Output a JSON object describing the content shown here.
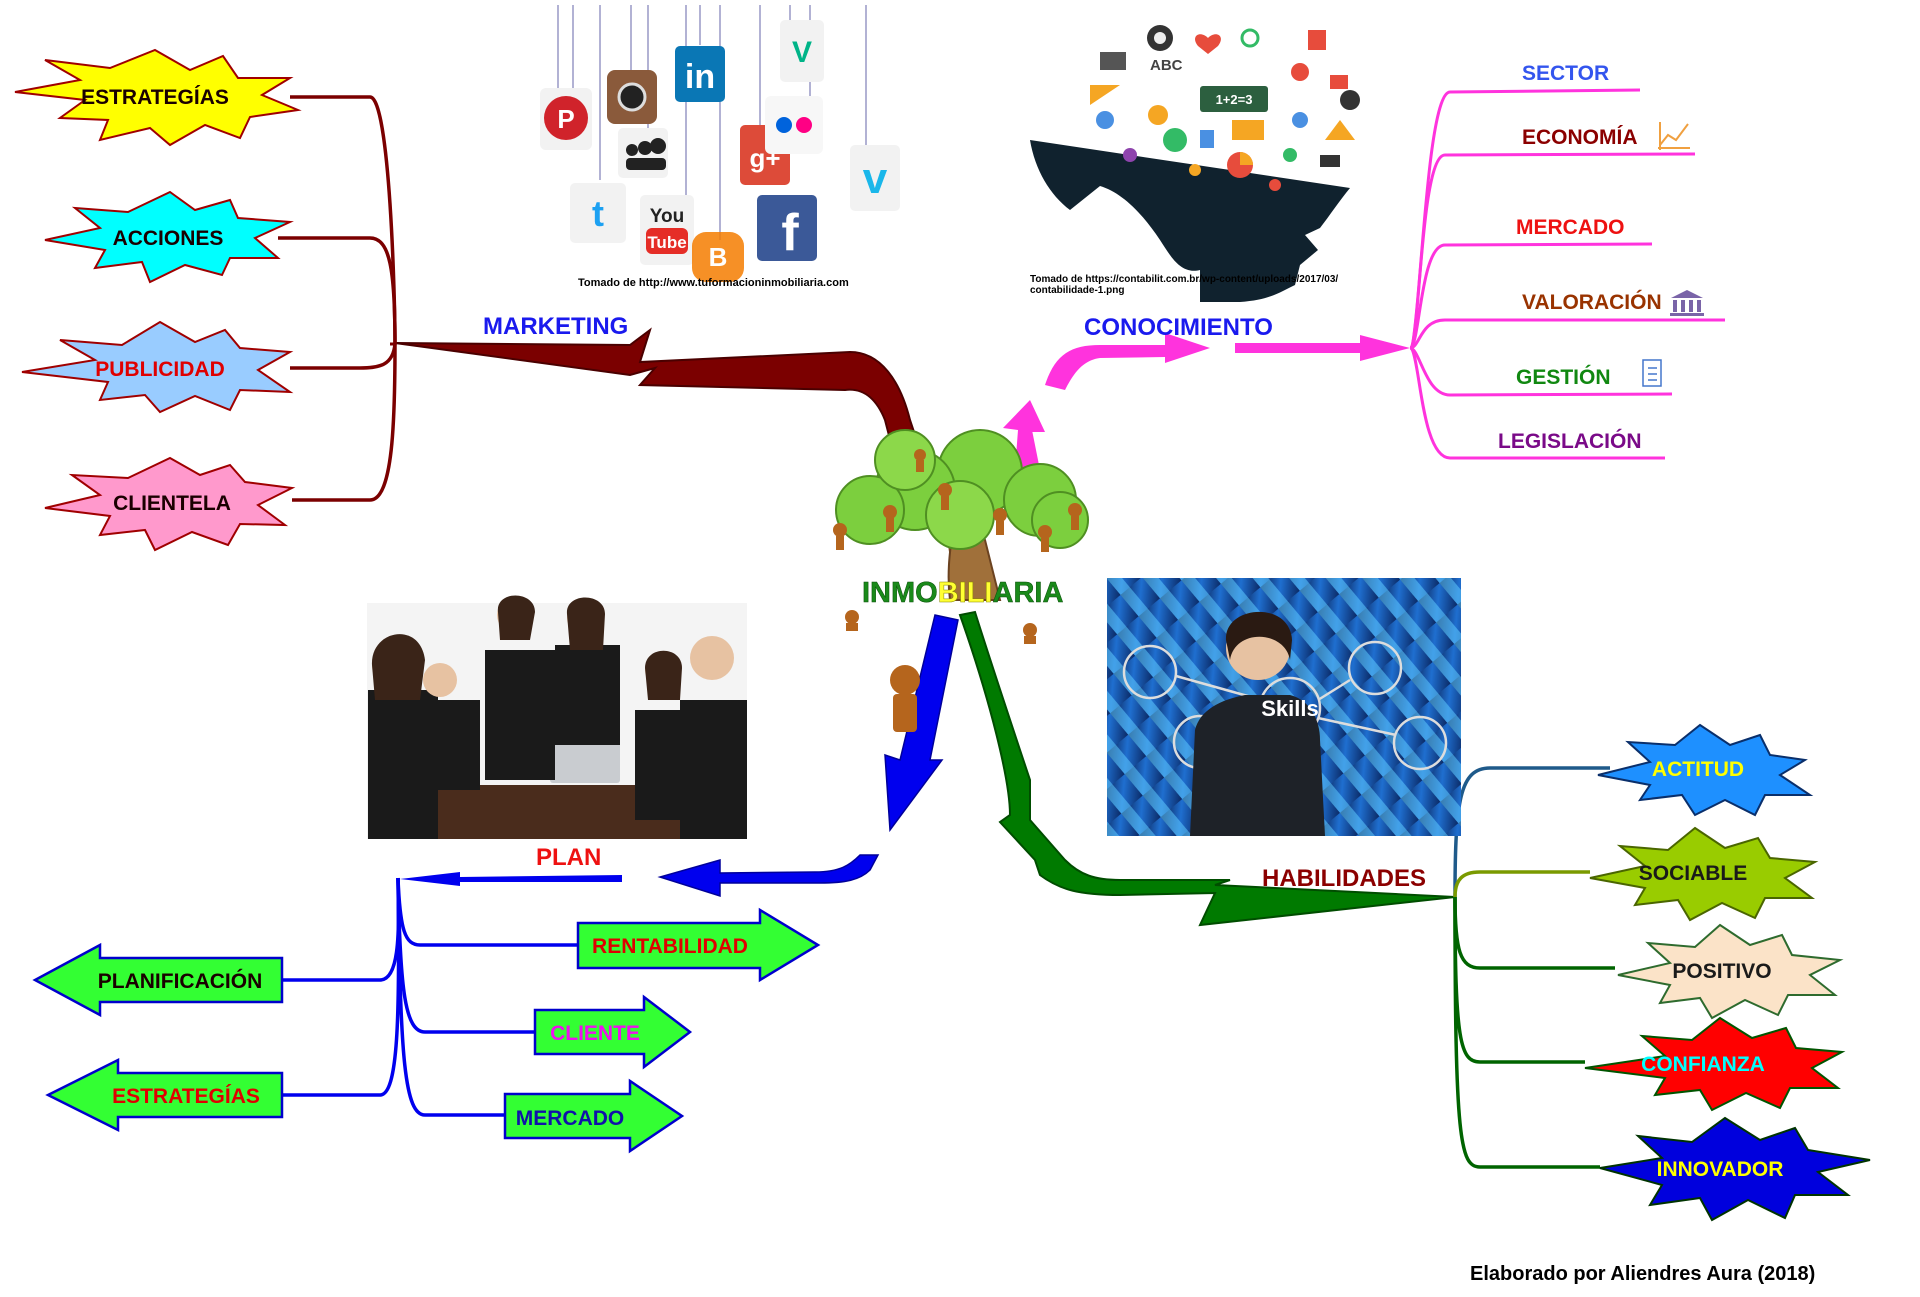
{
  "center": {
    "title_part1": "INMO",
    "title_part2": "BILI",
    "title_part3": "ARIA"
  },
  "branches": {
    "marketing": {
      "label": "MARKETING",
      "credit": "Tomado de http://www.tuformacioninmobiliaria.com",
      "items": [
        "ESTRATEGÍAS",
        "ACCIONES",
        "PUBLICIDAD",
        "CLIENTELA"
      ]
    },
    "conocimiento": {
      "label": "CONOCIMIENTO",
      "credit_line1": "Tomado de https://contabilit.com.br/wp-content/uploads/2017/03/",
      "credit_line2": "contabilidade-1.png",
      "items": [
        "SECTOR",
        "ECONOMÍA",
        "MERCADO",
        "VALORACIÓN",
        "GESTIÓN",
        "LEGISLACIÓN"
      ]
    },
    "plan": {
      "label": "PLAN",
      "right_items": [
        "RENTABILIDAD",
        "CLIENTE",
        "MERCADO"
      ],
      "left_items": [
        "PLANIFICACIÓN",
        "ESTRATEGÍAS"
      ]
    },
    "habilidades": {
      "label": "HABILIDADES",
      "photo_text": "Skills",
      "items": [
        "ACTITUD",
        "SOCIABLE",
        "POSITIVO",
        "CONFIANZA",
        "INNOVADOR"
      ]
    }
  },
  "social_icons": [
    "pinterest-icon",
    "instagram-icon",
    "linkedin-icon",
    "vine-icon",
    "myspace-icon",
    "google-plus-icon",
    "flickr-icon",
    "twitter-icon",
    "youtube-icon",
    "blogger-icon",
    "facebook-icon",
    "vimeo-icon"
  ],
  "social_glyphs": {
    "linkedin": "in",
    "vine": "V",
    "flickr": "••",
    "vimeo": "v",
    "twitter": "t",
    "youtube_top": "You",
    "youtube_bottom": "Tube",
    "facebook": "f",
    "blogger": "B",
    "google": "g+",
    "pinterest": "P"
  },
  "knowledge_glyphs": {
    "abc": "ABC",
    "board": "1+2=3"
  },
  "footer": "Elaborado por Aliendres Aura (2018)",
  "colors": {
    "marketing": "#7b0000",
    "conocimiento": "#ff33dd",
    "plan": "#0000ee",
    "habilidades": "#006400",
    "yellow": "#ffff00",
    "cyan": "#00ffff",
    "lightblue": "#99ccff",
    "pink": "#ff99cc",
    "tree_green": "#7ccf3e",
    "trunk": "#8b5a2b"
  }
}
